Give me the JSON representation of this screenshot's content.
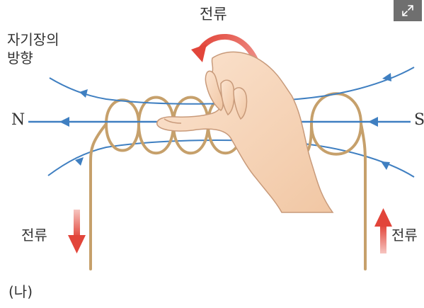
{
  "labels": {
    "current_top": "전류",
    "field_direction_line1": "자기장의",
    "field_direction_line2": "방향",
    "pole_north": "N",
    "pole_south": "S",
    "current_left": "전류",
    "current_right": "전류",
    "figure_label": "(나)"
  },
  "controls": {
    "expand_icon": "expand-icon"
  },
  "colors": {
    "field_line": "#3f7fc1",
    "wire": "#c6a06b",
    "current_arrow": "#e2453a"
  }
}
